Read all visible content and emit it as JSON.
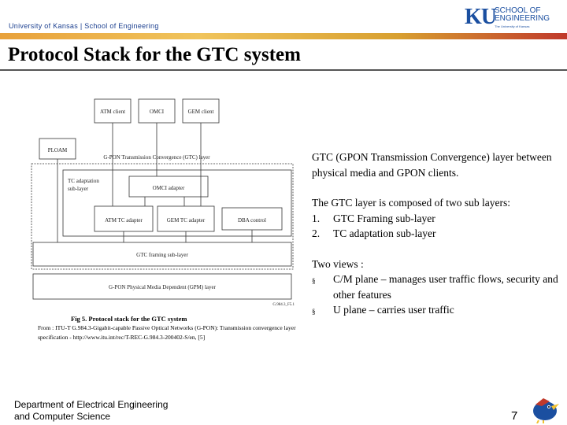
{
  "header": {
    "institution": "University of Kansas | School of Engineering",
    "logo_mark": "KU",
    "logo_line1": "SCHOOL OF",
    "logo_line2": "ENGINEERING",
    "logo_tagline": "The University of Kansas"
  },
  "slide": {
    "title": "Protocol Stack for the GTC system",
    "number": "7"
  },
  "figure": {
    "labels": {
      "atm_client": "ATM client",
      "omci": "OMCI",
      "gem_client": "GEM client",
      "ploam": "PLOAM",
      "gtc_layer": "G-PON Transmission Convergence (GTC) layer",
      "tc_adaptation_line1": "TC adaptation",
      "tc_adaptation_line2": "sub-layer",
      "omc_adapter": "OMCI adapter",
      "atm_tc_adapter": "ATM TC adapter",
      "gem_tc_adapter": "GEM TC adapter",
      "dba_control": "DBA control",
      "gtc_framing": "GTC framing sub-layer",
      "gpm_layer": "G-PON Physical Media Dependent (GPM) layer",
      "fig_code": "G.984.3_F5.1"
    },
    "caption": "Fig 5. Protocol stack for the GTC system",
    "source": "From : ITU-T G.984.3-Gigabit-capable Passive Optical Networks (G-PON): Transmission convergence layer specification - http://www.itu.int/rec/T-REC-G.984.3-200402-S/en, [5]"
  },
  "body": {
    "para1": "GTC (GPON Transmission Convergence) layer between physical media and GPON clients.",
    "para2_intro": "The GTC layer is composed of two sub layers:",
    "sublayers": [
      {
        "num": "1.",
        "text": "GTC Framing sub-layer"
      },
      {
        "num": "2.",
        "text": "TC adaptation sub-layer"
      }
    ],
    "views_intro": "Two views :",
    "bullet_glyph": "§",
    "views": [
      {
        "text": "C/M plane – manages user traffic flows, security and other features"
      },
      {
        "text": "U plane – carries user traffic"
      }
    ]
  },
  "footer": {
    "dept_line1": "Department of Electrical Engineering",
    "dept_line2": "and Computer Science"
  },
  "colors": {
    "ku_blue": "#1b4fa0",
    "bar_gold": "#e8a13a",
    "bar_red": "#c0392b"
  }
}
